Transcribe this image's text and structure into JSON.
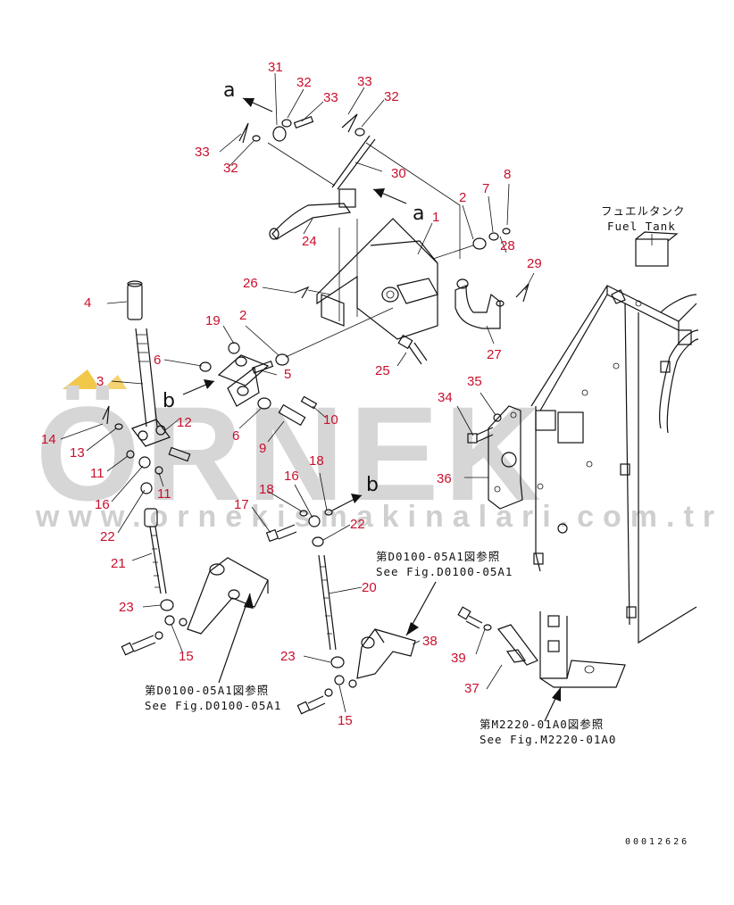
{
  "watermark": {
    "brand": "ÖRNEK",
    "url": "www.ornekismakinalari.com.tr",
    "accent_color": "#f2c84b",
    "text_color": "#d6d6d6"
  },
  "callout_color": "#c8102e",
  "view_letters": [
    "a",
    "a",
    "b",
    "b"
  ],
  "callouts": [
    {
      "id": "c31",
      "text": "31"
    },
    {
      "id": "c32a",
      "text": "32"
    },
    {
      "id": "c33a",
      "text": "33"
    },
    {
      "id": "c33b",
      "text": "33"
    },
    {
      "id": "c32b",
      "text": "32"
    },
    {
      "id": "c33c",
      "text": "33"
    },
    {
      "id": "c32c",
      "text": "32"
    },
    {
      "id": "c30",
      "text": "30"
    },
    {
      "id": "c2a",
      "text": "2"
    },
    {
      "id": "c7",
      "text": "7"
    },
    {
      "id": "c8",
      "text": "8"
    },
    {
      "id": "c1",
      "text": "1"
    },
    {
      "id": "c24",
      "text": "24"
    },
    {
      "id": "c28",
      "text": "28"
    },
    {
      "id": "c29",
      "text": "29"
    },
    {
      "id": "c26",
      "text": "26"
    },
    {
      "id": "c27",
      "text": "27"
    },
    {
      "id": "c4",
      "text": "4"
    },
    {
      "id": "c19",
      "text": "19"
    },
    {
      "id": "c2b",
      "text": "2"
    },
    {
      "id": "c25",
      "text": "25"
    },
    {
      "id": "c6a",
      "text": "6"
    },
    {
      "id": "c5",
      "text": "5"
    },
    {
      "id": "c3",
      "text": "3"
    },
    {
      "id": "c35",
      "text": "35"
    },
    {
      "id": "c34",
      "text": "34"
    },
    {
      "id": "c10",
      "text": "10"
    },
    {
      "id": "c12",
      "text": "12"
    },
    {
      "id": "c6b",
      "text": "6"
    },
    {
      "id": "c14",
      "text": "14"
    },
    {
      "id": "c13",
      "text": "13"
    },
    {
      "id": "c9",
      "text": "9"
    },
    {
      "id": "c11a",
      "text": "11"
    },
    {
      "id": "c11b",
      "text": "11"
    },
    {
      "id": "c36",
      "text": "36"
    },
    {
      "id": "c16a",
      "text": "16"
    },
    {
      "id": "c18a",
      "text": "18"
    },
    {
      "id": "c16b",
      "text": "16"
    },
    {
      "id": "c18b",
      "text": "18"
    },
    {
      "id": "c17",
      "text": "17"
    },
    {
      "id": "c22a",
      "text": "22"
    },
    {
      "id": "c22b",
      "text": "22"
    },
    {
      "id": "c21",
      "text": "21"
    },
    {
      "id": "c20",
      "text": "20"
    },
    {
      "id": "c23a",
      "text": "23"
    },
    {
      "id": "c15a",
      "text": "15"
    },
    {
      "id": "c39",
      "text": "39"
    },
    {
      "id": "c38",
      "text": "38"
    },
    {
      "id": "c23b",
      "text": "23"
    },
    {
      "id": "c37",
      "text": "37"
    },
    {
      "id": "c15b",
      "text": "15"
    }
  ],
  "labels": {
    "fuel_tank_jp": "フュエルタンク",
    "fuel_tank_en": "Fuel Tank",
    "ref1_jp": "第D0100-05A1図参照",
    "ref1_en": "See Fig.D0100-05A1",
    "ref2_jp": "第D0100-05A1図参照",
    "ref2_en": "See Fig.D0100-05A1",
    "ref3_jp": "第M2220-01A0図参照",
    "ref3_en": "See Fig.M2220-01A0",
    "drawing_number": "00012626"
  }
}
